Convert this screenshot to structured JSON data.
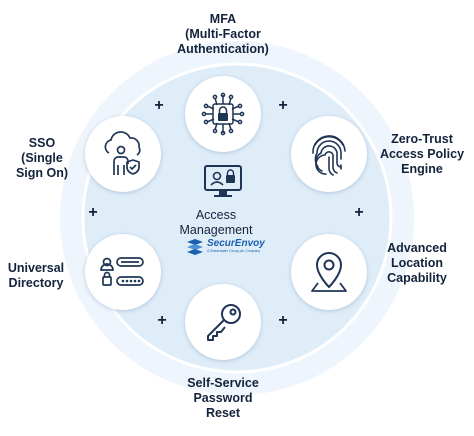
{
  "diagram": {
    "center": {
      "title": "Access\nManagement",
      "brand_name": "SecurEnvoy",
      "brand_tagline": "A Shearwater Group plc Company",
      "icon": "monitor-lock-icon"
    },
    "nodes": [
      {
        "id": "mfa",
        "label": "MFA\n(Multi-Factor\nAuthentication)",
        "icon": "circuit-lock-icon"
      },
      {
        "id": "zero-trust",
        "label": "Zero-Trust\nAccess Policy\nEngine",
        "icon": "fingerprint-icon"
      },
      {
        "id": "location",
        "label": "Advanced\nLocation\nCapability",
        "icon": "location-pin-icon"
      },
      {
        "id": "sspr",
        "label": "Self-Service\nPassword\nReset",
        "icon": "key-icon"
      },
      {
        "id": "directory",
        "label": "Universal\nDirectory",
        "icon": "user-list-icon"
      },
      {
        "id": "sso",
        "label": "SSO\n(Single\nSign On)",
        "icon": "cloud-user-shield-icon"
      }
    ],
    "connector_symbol": "+",
    "colors": {
      "outer_ring": "#eaf3fb",
      "inner_ring": "#d9eaf7",
      "node_border": "#cfe2f3",
      "text": "#14233c",
      "icon": "#1f3556",
      "brand": "#1b5fb0"
    }
  }
}
